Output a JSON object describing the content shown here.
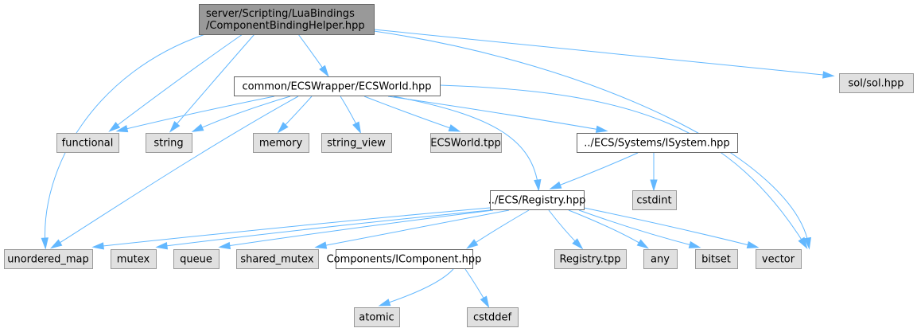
{
  "diagram": {
    "type": "include-dependency-graph",
    "colors": {
      "edge": "#63b8ff",
      "root_fill": "#999999",
      "root_stroke": "#666666",
      "file_fill": "#ffffff",
      "file_stroke": "#666666",
      "system_fill": "#e0e0e0",
      "system_stroke": "#999999"
    },
    "nodes": [
      {
        "id": "root",
        "kind": "root",
        "lines": [
          "server/Scripting/LuaBindings",
          "/ComponentBindingHelper.hpp"
        ]
      },
      {
        "id": "ecsworld",
        "kind": "file",
        "lines": [
          "common/ECSWrapper/ECSWorld.hpp"
        ]
      },
      {
        "id": "solhpp",
        "kind": "system",
        "lines": [
          "sol/sol.hpp"
        ]
      },
      {
        "id": "functional",
        "kind": "system",
        "lines": [
          "functional"
        ]
      },
      {
        "id": "string",
        "kind": "system",
        "lines": [
          "string"
        ]
      },
      {
        "id": "memory",
        "kind": "system",
        "lines": [
          "memory"
        ]
      },
      {
        "id": "string_view",
        "kind": "system",
        "lines": [
          "string_view"
        ]
      },
      {
        "id": "ecsworldtpp",
        "kind": "system",
        "lines": [
          "ECSWorld.tpp"
        ]
      },
      {
        "id": "isystem",
        "kind": "file",
        "lines": [
          "../ECS/Systems/ISystem.hpp"
        ]
      },
      {
        "id": "registry",
        "kind": "file",
        "lines": [
          "../ECS/Registry.hpp"
        ]
      },
      {
        "id": "cstdint",
        "kind": "system",
        "lines": [
          "cstdint"
        ]
      },
      {
        "id": "unordered_map",
        "kind": "system",
        "lines": [
          "unordered_map"
        ]
      },
      {
        "id": "mutex",
        "kind": "system",
        "lines": [
          "mutex"
        ]
      },
      {
        "id": "queue",
        "kind": "system",
        "lines": [
          "queue"
        ]
      },
      {
        "id": "shared_mutex",
        "kind": "system",
        "lines": [
          "shared_mutex"
        ]
      },
      {
        "id": "icomponent",
        "kind": "file",
        "lines": [
          "Components/IComponent.hpp"
        ]
      },
      {
        "id": "registrytpp",
        "kind": "system",
        "lines": [
          "Registry.tpp"
        ]
      },
      {
        "id": "any",
        "kind": "system",
        "lines": [
          "any"
        ]
      },
      {
        "id": "bitset",
        "kind": "system",
        "lines": [
          "bitset"
        ]
      },
      {
        "id": "vector",
        "kind": "system",
        "lines": [
          "vector"
        ]
      },
      {
        "id": "atomic",
        "kind": "system",
        "lines": [
          "atomic"
        ]
      },
      {
        "id": "cstddef",
        "kind": "system",
        "lines": [
          "cstddef"
        ]
      }
    ],
    "edges": [
      {
        "from": "root",
        "to": "ecsworld"
      },
      {
        "from": "root",
        "to": "solhpp"
      },
      {
        "from": "root",
        "to": "functional"
      },
      {
        "from": "root",
        "to": "string"
      },
      {
        "from": "root",
        "to": "unordered_map"
      },
      {
        "from": "root",
        "to": "vector"
      },
      {
        "from": "ecsworld",
        "to": "functional"
      },
      {
        "from": "ecsworld",
        "to": "string"
      },
      {
        "from": "ecsworld",
        "to": "memory"
      },
      {
        "from": "ecsworld",
        "to": "string_view"
      },
      {
        "from": "ecsworld",
        "to": "ecsworldtpp"
      },
      {
        "from": "ecsworld",
        "to": "isystem"
      },
      {
        "from": "ecsworld",
        "to": "registry"
      },
      {
        "from": "ecsworld",
        "to": "unordered_map"
      },
      {
        "from": "ecsworld",
        "to": "vector"
      },
      {
        "from": "isystem",
        "to": "registry"
      },
      {
        "from": "isystem",
        "to": "cstdint"
      },
      {
        "from": "registry",
        "to": "unordered_map"
      },
      {
        "from": "registry",
        "to": "mutex"
      },
      {
        "from": "registry",
        "to": "queue"
      },
      {
        "from": "registry",
        "to": "shared_mutex"
      },
      {
        "from": "registry",
        "to": "icomponent"
      },
      {
        "from": "registry",
        "to": "registrytpp"
      },
      {
        "from": "registry",
        "to": "any"
      },
      {
        "from": "registry",
        "to": "bitset"
      },
      {
        "from": "registry",
        "to": "vector"
      },
      {
        "from": "icomponent",
        "to": "atomic"
      },
      {
        "from": "icomponent",
        "to": "cstddef"
      }
    ]
  }
}
